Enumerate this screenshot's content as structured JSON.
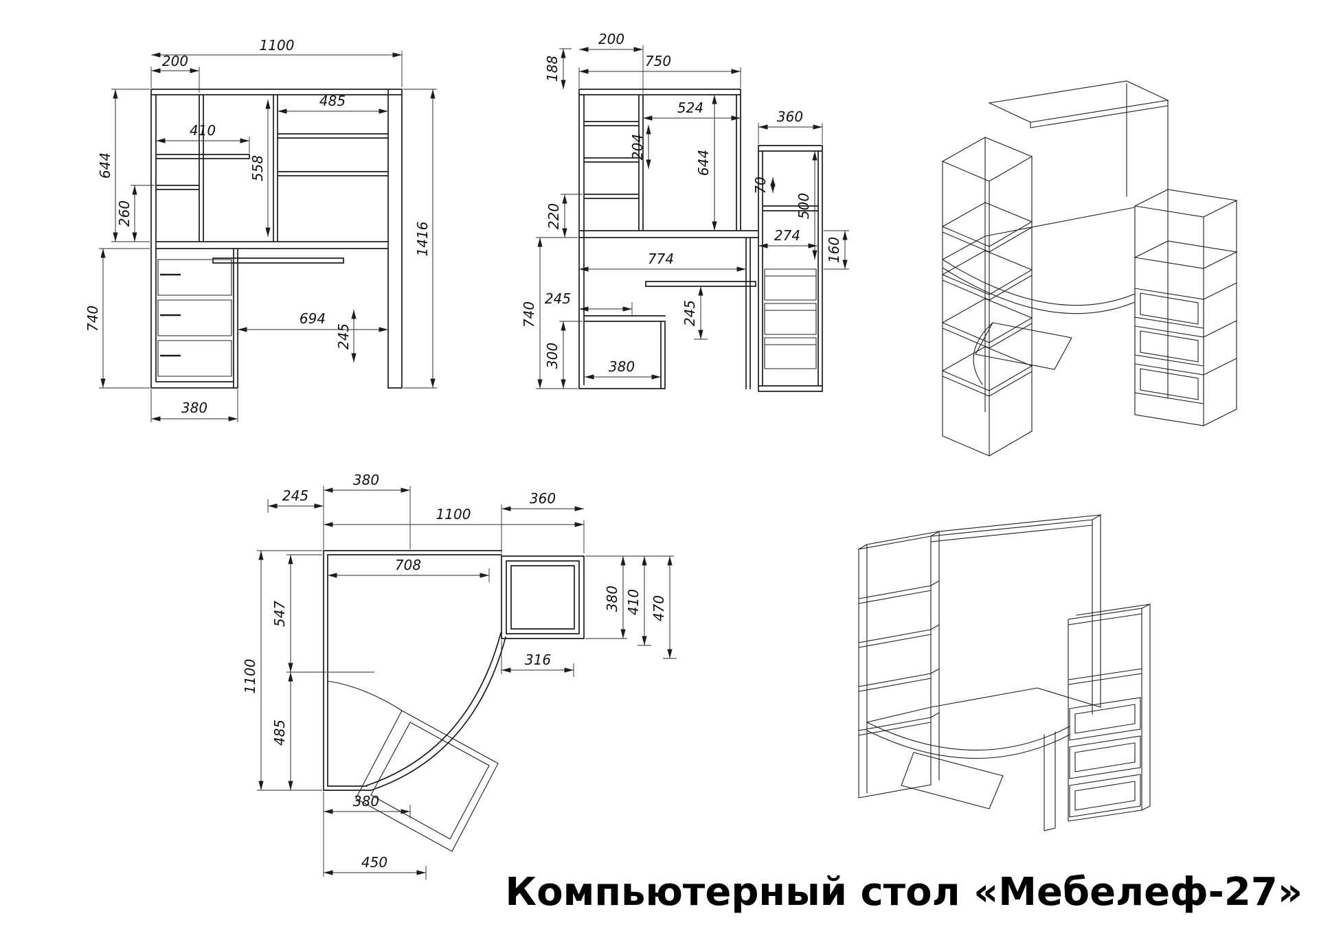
{
  "title": "Компьютерный стол «Мебелеф-27»",
  "front": {
    "top_left_width": "200",
    "total_width": "1100",
    "shelf_right_width": "485",
    "shelf_left_width": "410",
    "left_inner_height": "260",
    "hutch_height": "644",
    "hutch_inner_height": "558",
    "total_height": "1416",
    "desk_height": "740",
    "opening_width": "694",
    "opening_height": "245",
    "drawer_width": "380"
  },
  "side": {
    "top_height": "188",
    "top_depth": "200",
    "total_depth": "750",
    "inner_depth": "524",
    "tower_depth": "360",
    "height_204": "204",
    "hutch_height": "644",
    "gap_70": "70",
    "tower_top_height": "500",
    "height_220": "220",
    "overhang_274": "274",
    "gap_160": "160",
    "depth_774": "774",
    "depth_245": "245",
    "desk_height": "740",
    "height_300": "300",
    "shelf_depth": "380",
    "tray_height": "245"
  },
  "plan": {
    "top_380": "380",
    "left_245": "245",
    "width_1100": "1100",
    "tower_360": "360",
    "inner_708": "708",
    "depth_547": "547",
    "depth_1100": "1100",
    "depth_485": "485",
    "tower_depth_380": "380",
    "tower_410": "410",
    "tower_470": "470",
    "width_316": "316",
    "bottom_380": "380",
    "bottom_450": "450"
  }
}
